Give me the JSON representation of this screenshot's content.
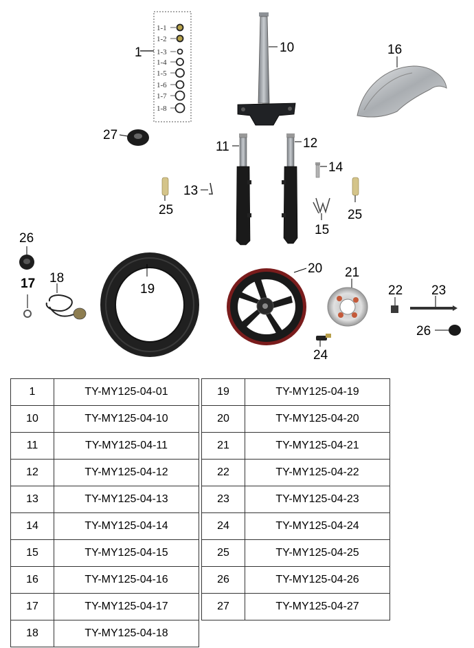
{
  "diagram": {
    "callouts": {
      "c1": "1",
      "c10": "10",
      "c11": "11",
      "c12": "12",
      "c13": "13",
      "c14": "14",
      "c15": "15",
      "c16": "16",
      "c17": "17",
      "c18": "18",
      "c19": "19",
      "c20": "20",
      "c21": "21",
      "c22": "22",
      "c23": "23",
      "c24": "24",
      "c25a": "25",
      "c25b": "25",
      "c26a": "26",
      "c26b": "26",
      "c27": "27"
    },
    "subparts": [
      "1-1",
      "1-2",
      "1-3",
      "1-4",
      "1-5",
      "1-6",
      "1-7",
      "1-8"
    ]
  },
  "parts_table": {
    "left": [
      {
        "num": "1",
        "code": "TY-MY125-04-01"
      },
      {
        "num": "10",
        "code": "TY-MY125-04-10"
      },
      {
        "num": "11",
        "code": "TY-MY125-04-11"
      },
      {
        "num": "12",
        "code": "TY-MY125-04-12"
      },
      {
        "num": "13",
        "code": "TY-MY125-04-13"
      },
      {
        "num": "14",
        "code": "TY-MY125-04-14"
      },
      {
        "num": "15",
        "code": "TY-MY125-04-15"
      },
      {
        "num": "16",
        "code": "TY-MY125-04-16"
      },
      {
        "num": "17",
        "code": "TY-MY125-04-17"
      },
      {
        "num": "18",
        "code": "TY-MY125-04-18"
      }
    ],
    "right": [
      {
        "num": "19",
        "code": "TY-MY125-04-19"
      },
      {
        "num": "20",
        "code": "TY-MY125-04-20"
      },
      {
        "num": "21",
        "code": "TY-MY125-04-21"
      },
      {
        "num": "22",
        "code": "TY-MY125-04-22"
      },
      {
        "num": "23",
        "code": "TY-MY125-04-23"
      },
      {
        "num": "24",
        "code": "TY-MY125-04-24"
      },
      {
        "num": "25",
        "code": "TY-MY125-04-25"
      },
      {
        "num": "26",
        "code": "TY-MY125-04-26"
      },
      {
        "num": "27",
        "code": "TY-MY125-04-27"
      }
    ]
  }
}
